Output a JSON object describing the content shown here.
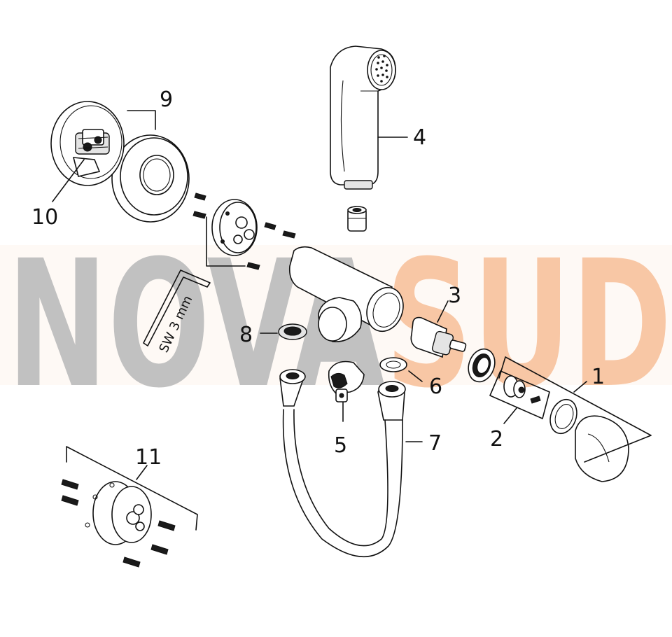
{
  "watermark": {
    "left": "NOVA",
    "right": "SUD",
    "color_grey": "#9a9a9a",
    "color_orange": "#f5a46b"
  },
  "labels": {
    "p1": "1",
    "p2": "2",
    "p3": "3",
    "p4": "4",
    "p5": "5",
    "p6": "6",
    "p7": "7",
    "p8": "8",
    "p9": "9",
    "p10": "10",
    "p11": "11"
  },
  "tool_label": "SW 3 mm"
}
